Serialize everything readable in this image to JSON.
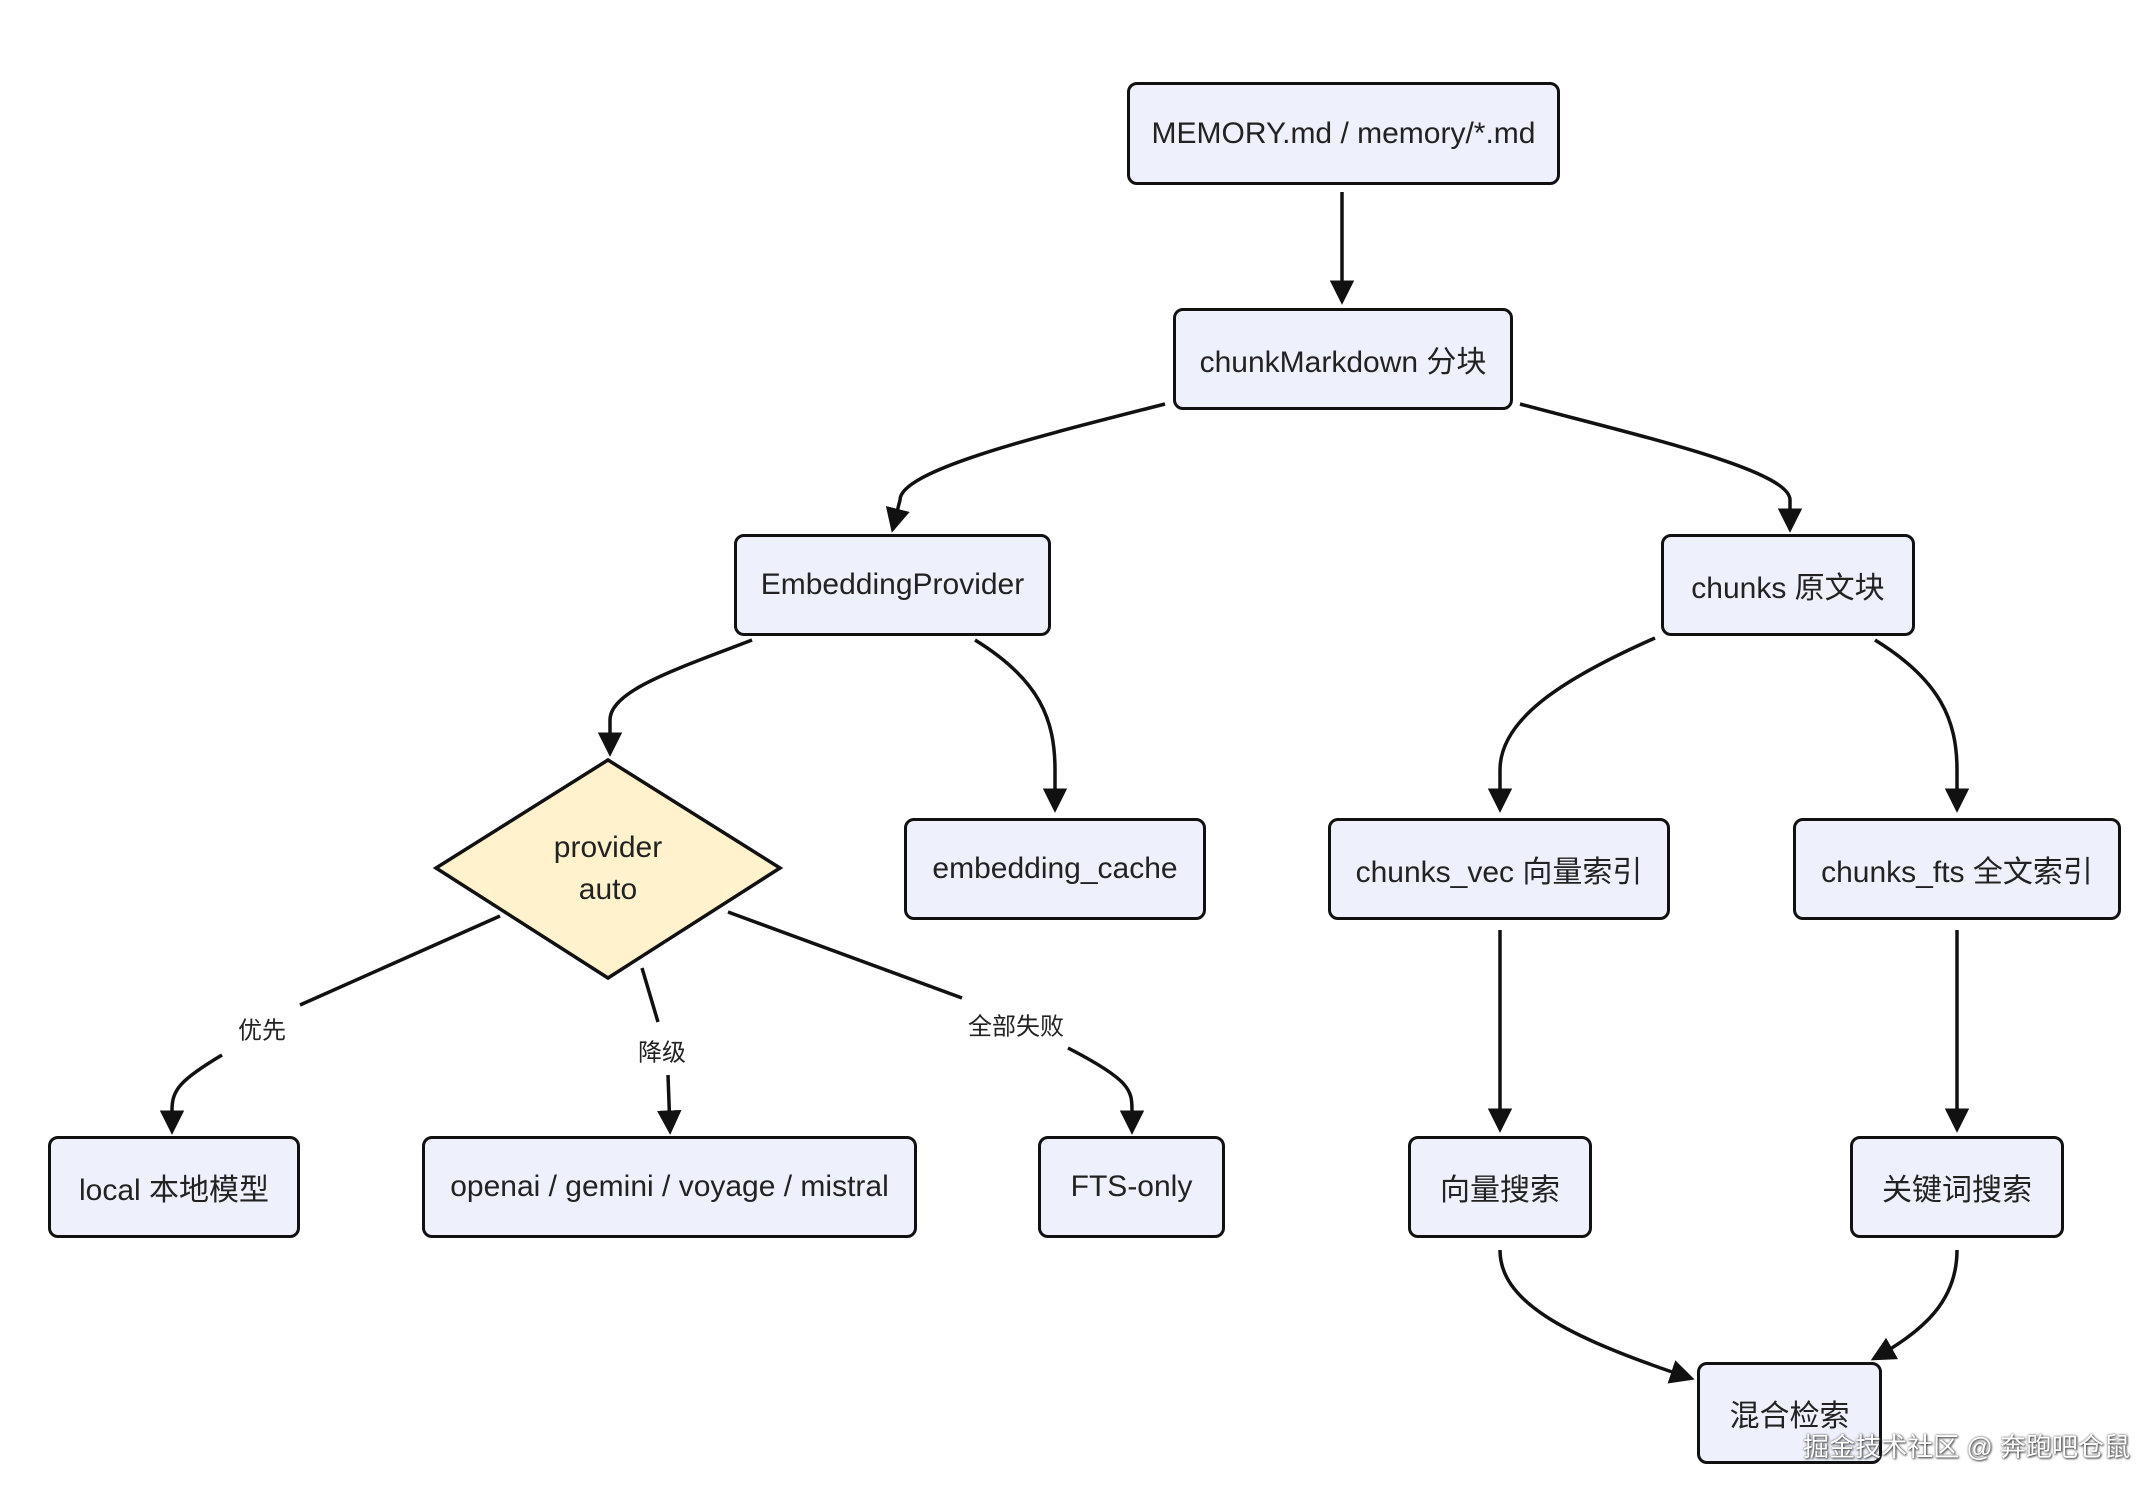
{
  "nodes": {
    "memory": "MEMORY.md / memory/*.md",
    "chunk_markdown": "chunkMarkdown 分块",
    "embedding_provider": "EmbeddingProvider",
    "chunks_raw": "chunks 原文块",
    "provider_auto_line1": "provider",
    "provider_auto_line2": "auto",
    "embedding_cache": "embedding_cache",
    "chunks_vec": "chunks_vec 向量索引",
    "chunks_fts": "chunks_fts 全文索引",
    "local_model": "local 本地模型",
    "remote_models": "openai / gemini / voyage / mistral",
    "fts_only": "FTS-only",
    "vector_search": "向量搜索",
    "keyword_search": "关键词搜索",
    "hybrid_search": "混合检索"
  },
  "edge_labels": {
    "prefer": "优先",
    "downgrade": "降级",
    "all_fail": "全部失败"
  },
  "watermark": "掘金技术社区 @ 奔跑吧仓鼠",
  "colors": {
    "node_fill": "#eef1fb",
    "decision_fill": "#fff2cc",
    "stroke": "#111111"
  }
}
